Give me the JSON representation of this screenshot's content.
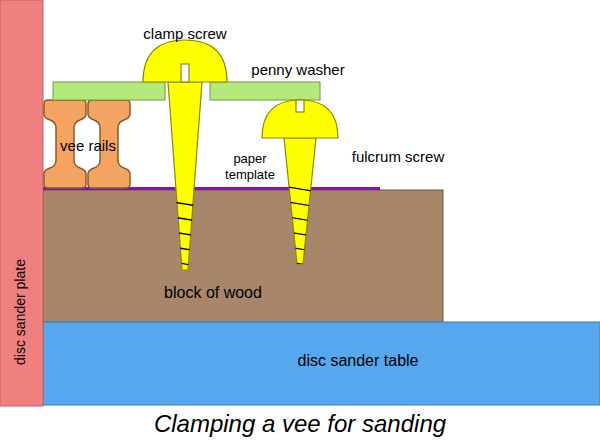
{
  "diagram": {
    "caption": "Clamping a vee for sanding",
    "nodes": [
      {
        "text": [
          "disc sander plate"
        ]
      },
      {
        "text": [
          "block of wood"
        ]
      },
      {
        "text": [
          "disc sander table"
        ]
      }
    ],
    "labels": [
      "clamp screw",
      "penny washer",
      "vee rails",
      "paper template",
      "fulcrum screw"
    ]
  }
}
